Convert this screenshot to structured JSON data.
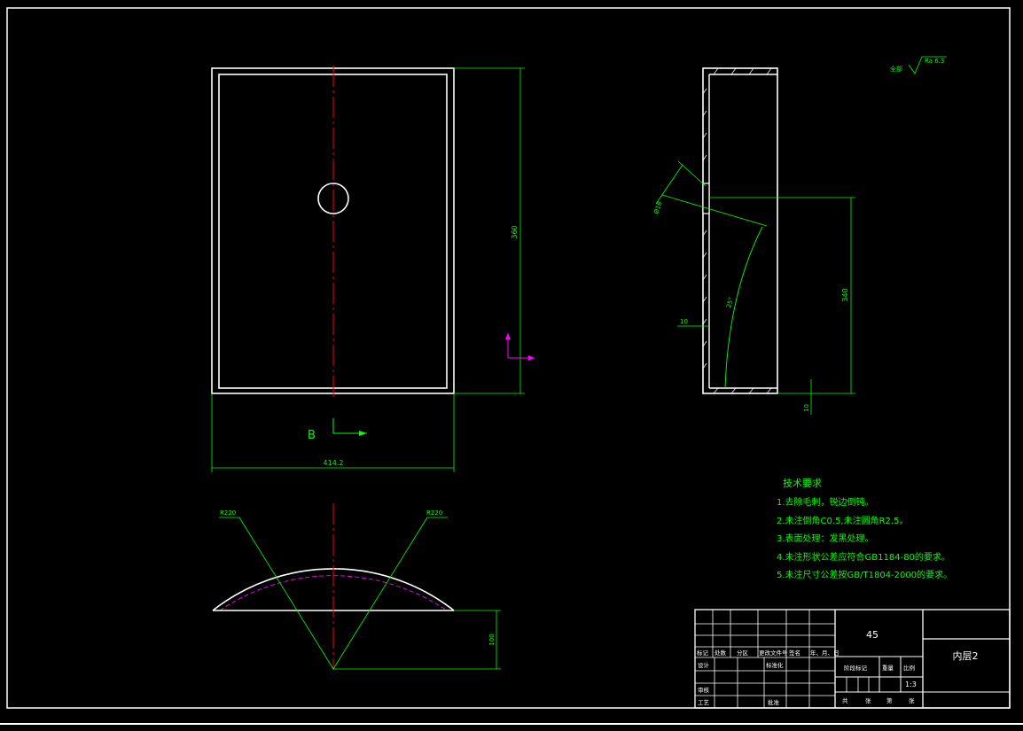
{
  "drawing": {
    "dimensions": {
      "front_height": "360",
      "front_width": "414.2",
      "side_height": "340",
      "side_thickness": "10",
      "side_bottom": "10",
      "bottom_height": "100",
      "hole_dia": "Ø18",
      "angle": "25°",
      "radius_left": "R220",
      "radius_right": "R220"
    },
    "view_label": "B",
    "roughness": {
      "prefix": "全部",
      "value": "Ra 6.3"
    }
  },
  "tech_requirements": {
    "title": "技术要求",
    "items": [
      "1.去除毛刺，锐边倒钝。",
      "2.未注倒角C0.5,未注圆角R2.5。",
      "3.表面处理：发黑处理。",
      "4.未注形状公差应符合GB1184-80的要求。",
      "5.未注尺寸公差按GB/T1804-2000的要求。"
    ]
  },
  "title_block": {
    "material": "45",
    "part_name": "内层2",
    "scale": "1:3",
    "headers": [
      "标记",
      "处数",
      "分区",
      "更改文件号",
      "签名",
      "年、月、日"
    ],
    "design": "设计",
    "standardize": "标准化",
    "review": "审核",
    "process": "工艺",
    "approve": "批准",
    "stage_mark": "阶段标记",
    "weight": "重量",
    "scale_label": "比例",
    "sheets": [
      "共",
      "张",
      "第",
      "张"
    ]
  }
}
